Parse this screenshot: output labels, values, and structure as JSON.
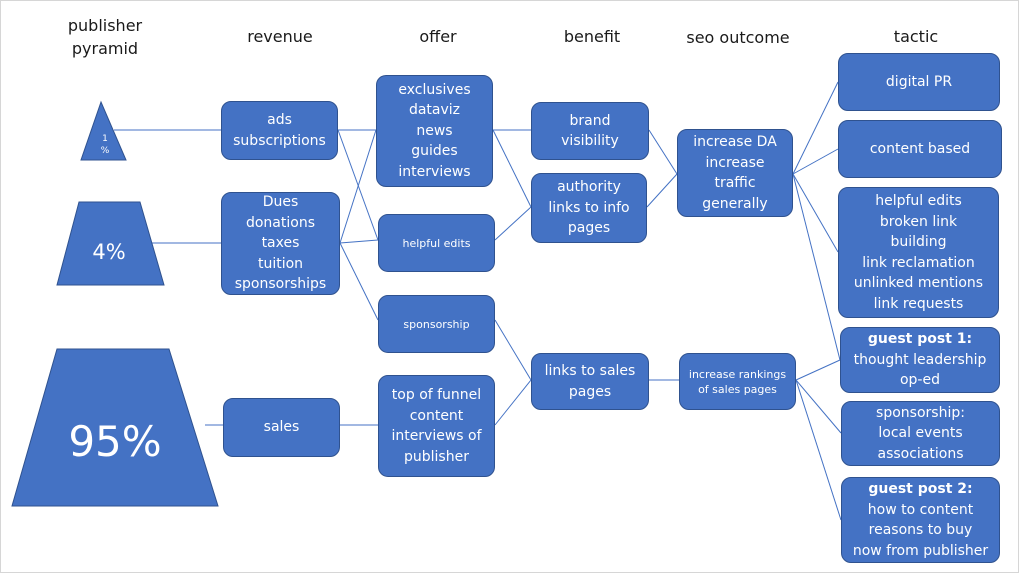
{
  "headers": {
    "pyramid": "publisher\npyramid",
    "revenue": "revenue",
    "offer": "offer",
    "benefit": "benefit",
    "seo": "seo outcome",
    "tactic": "tactic"
  },
  "pyramid": {
    "top": "1\n%",
    "middle": "4%",
    "bottom": "95%"
  },
  "revenue": {
    "ads": "ads\nsubscriptions",
    "dues": "Dues\ndonations\ntaxes\ntuition\nsponsorships",
    "sales": "sales"
  },
  "offer": {
    "exclusives": "exclusives\ndataviz\nnews\nguides\ninterviews",
    "helpful": "helpful edits",
    "sponsorship": "sponsorship",
    "funnel": "top of funnel\ncontent\ninterviews of\npublisher"
  },
  "benefit": {
    "brand": "brand\nvisibility",
    "authority": "authority\nlinks to info\npages",
    "sales_links": "links to sales\npages"
  },
  "seo": {
    "da": "increase DA\nincrease\ntraffic\ngenerally",
    "rankings": "increase rankings\nof sales pages"
  },
  "tactic": {
    "pr": "digital PR",
    "content": "content based",
    "edits": "helpful edits\nbroken link\nbuilding\nlink reclamation\nunlinked mentions\nlink requests",
    "gp1_title": "guest post 1:",
    "gp1_body": "thought leadership\nop-ed",
    "sponsorship": "sponsorship:\nlocal events\nassociations",
    "gp2_title": "guest post 2:",
    "gp2_body": "how to content\nreasons to buy\nnow from publisher"
  },
  "colors": {
    "fill": "#4472c4",
    "stroke": "#2f528f",
    "text": "#ffffff"
  }
}
